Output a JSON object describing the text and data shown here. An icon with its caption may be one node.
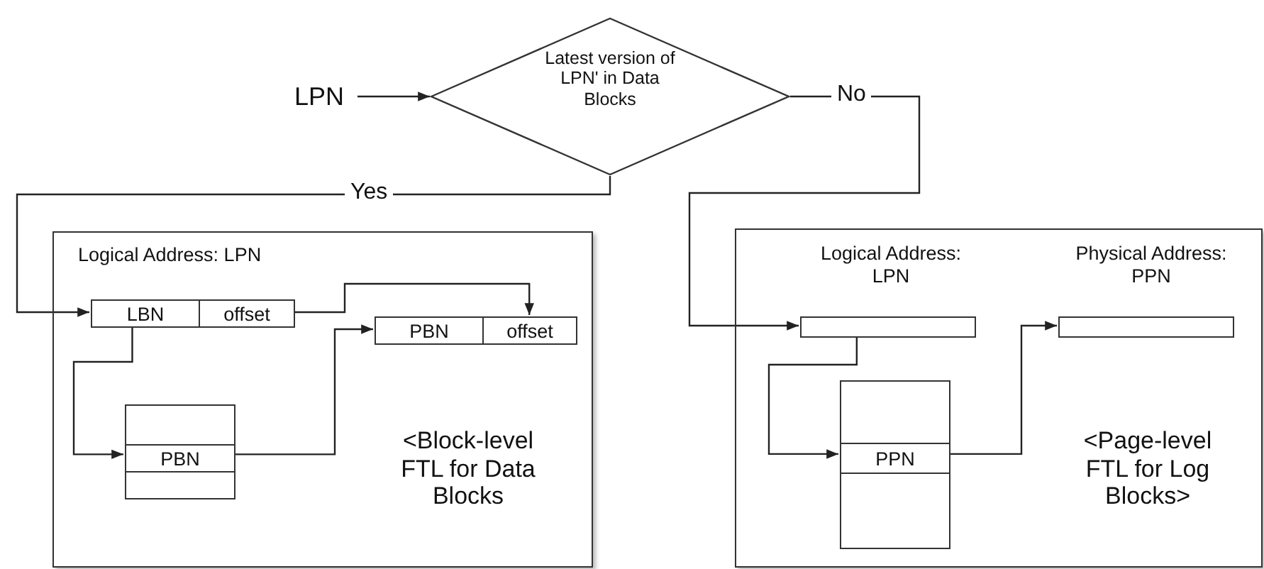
{
  "diagram": {
    "nodes": [
      {
        "text": [
          "LPN"
        ]
      },
      {
        "text": [
          "Latest version of LPN' in Data Blocks"
        ]
      },
      {
        "text": [
          "Logical Address: LPN",
          "<Block-level FTL for Data Blocks"
        ]
      },
      {
        "text": [
          "LBN",
          "offset"
        ],
        "in": 2
      },
      {
        "text": [
          "PBN",
          "offset"
        ],
        "in": 2
      },
      {
        "text": [
          "PBN"
        ],
        "in": 2
      },
      {
        "text": [
          "Logical Address: LPN",
          "Physical Address: PPN",
          "<Page-level FTL for Log Blocks>"
        ]
      },
      {
        "text": [],
        "shape": "bar",
        "in": 6
      },
      {
        "text": [
          "PPN"
        ],
        "in": 6
      },
      {
        "text": [],
        "shape": "bar",
        "in": 6
      }
    ],
    "edges": [
      {
        "from": 0,
        "to": 1,
        "arrow": "to"
      },
      {
        "from": 1,
        "to": 3,
        "arrow": "to",
        "label": "Yes"
      },
      {
        "from": 1,
        "to": 7,
        "arrow": "to",
        "label": "No"
      },
      {
        "from": 3,
        "to": 5,
        "arrow": "to"
      },
      {
        "from": 5,
        "to": 4,
        "arrow": "to"
      },
      {
        "from": 3,
        "to": 4,
        "arrow": "to"
      },
      {
        "from": 7,
        "to": 8,
        "arrow": "to"
      },
      {
        "from": 8,
        "to": 9,
        "arrow": "to"
      }
    ]
  }
}
